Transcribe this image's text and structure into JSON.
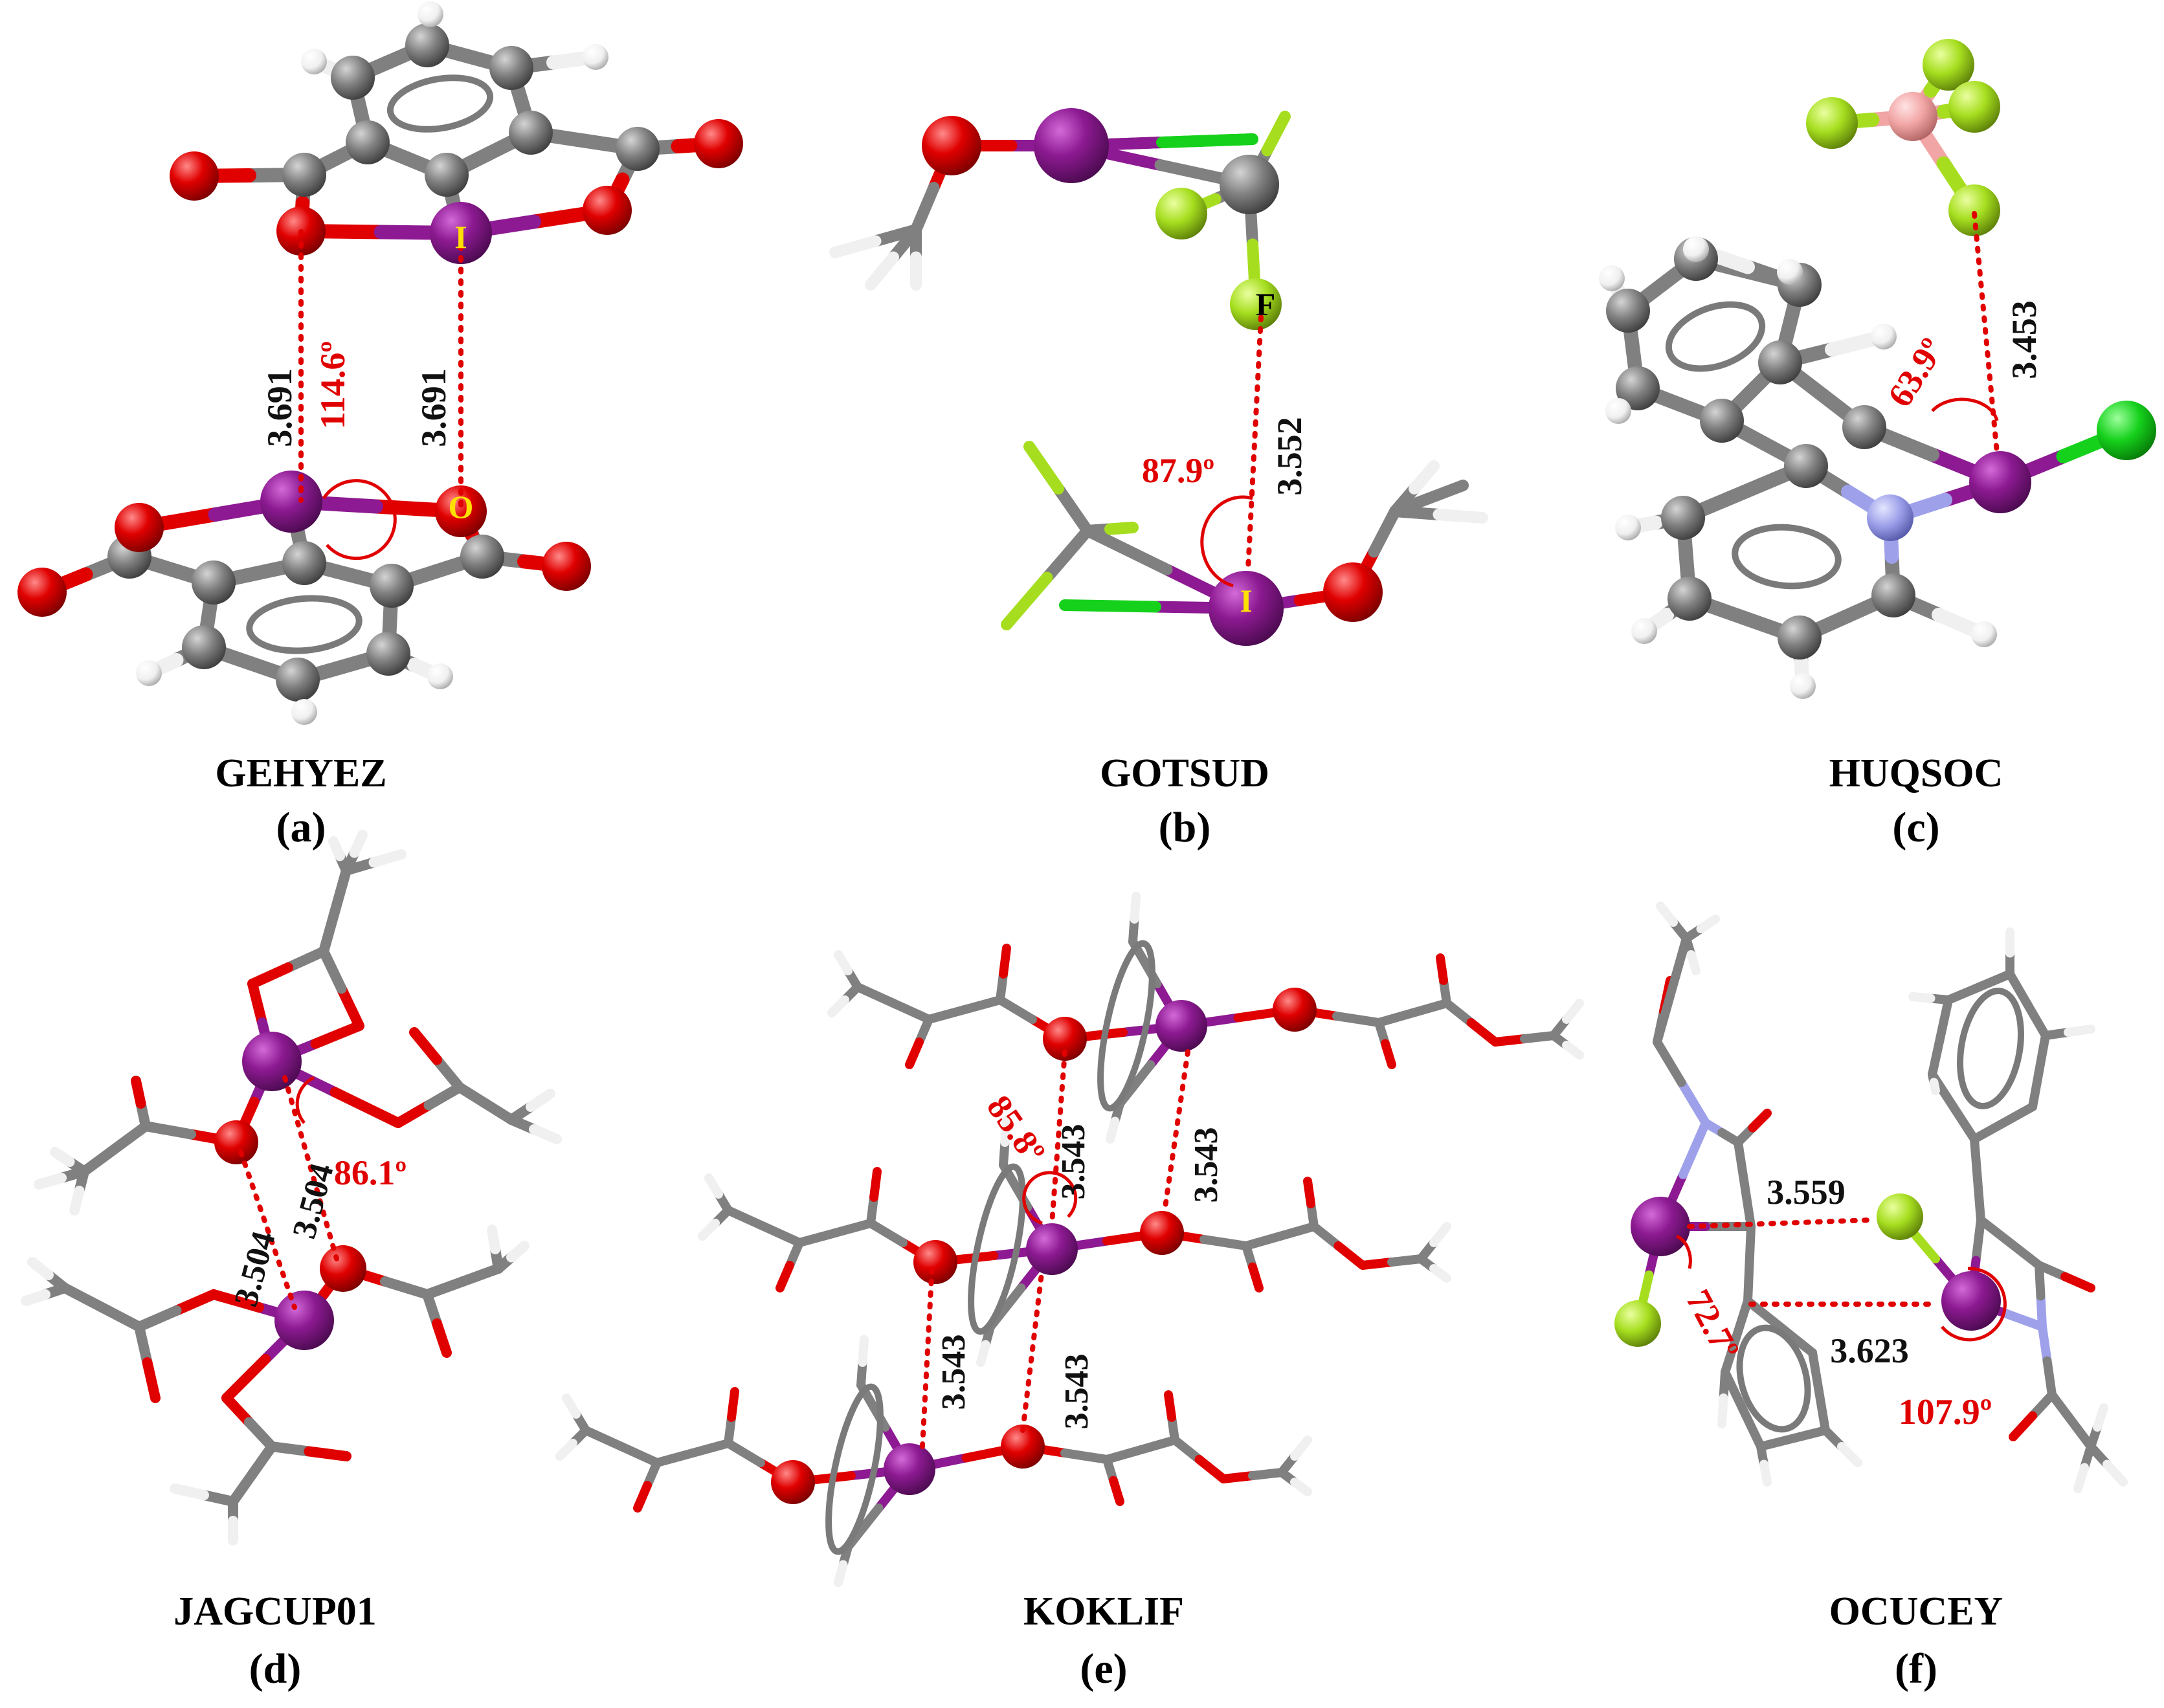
{
  "colors": {
    "iodine": "#8d1a92",
    "oxygen": "#e00000",
    "carbon": "#808080",
    "hydrogen": "#f0f0f0",
    "fluorine": "#a6de1f",
    "chlorine": "#16d11c",
    "nitrogen": "#9ea1ea",
    "boron": "#f2a5a5",
    "contact": "#e00000",
    "angle": "#e00000",
    "distance": "#111111"
  },
  "panels": [
    {
      "code": "GEHYEZ",
      "label": "(a)",
      "atom_labels": [
        "I",
        "O"
      ],
      "distances": [
        "3.691",
        "3.691"
      ],
      "angles": [
        "114.6º"
      ]
    },
    {
      "code": "GOTSUD",
      "label": "(b)",
      "atom_labels": [
        "F",
        "I"
      ],
      "distances": [
        "3.552"
      ],
      "angles": [
        "87.9º"
      ]
    },
    {
      "code": "HUQSOC",
      "label": "(c)",
      "atom_labels": [],
      "distances": [
        "3.453"
      ],
      "angles": [
        "63.9º"
      ]
    },
    {
      "code": "JAGCUP01",
      "label": "(d)",
      "atom_labels": [],
      "distances": [
        "3.504",
        "3.504"
      ],
      "angles": [
        "86.1º"
      ]
    },
    {
      "code": "KOKLIF",
      "label": "(e)",
      "atom_labels": [],
      "distances": [
        "3.543",
        "3.543",
        "3.543",
        "3.543"
      ],
      "angles": [
        "85.8º"
      ]
    },
    {
      "code": "OCUCEY",
      "label": "(f)",
      "atom_labels": [],
      "distances": [
        "3.559",
        "3.623"
      ],
      "angles": [
        "72.7º",
        "107.9º"
      ]
    }
  ]
}
